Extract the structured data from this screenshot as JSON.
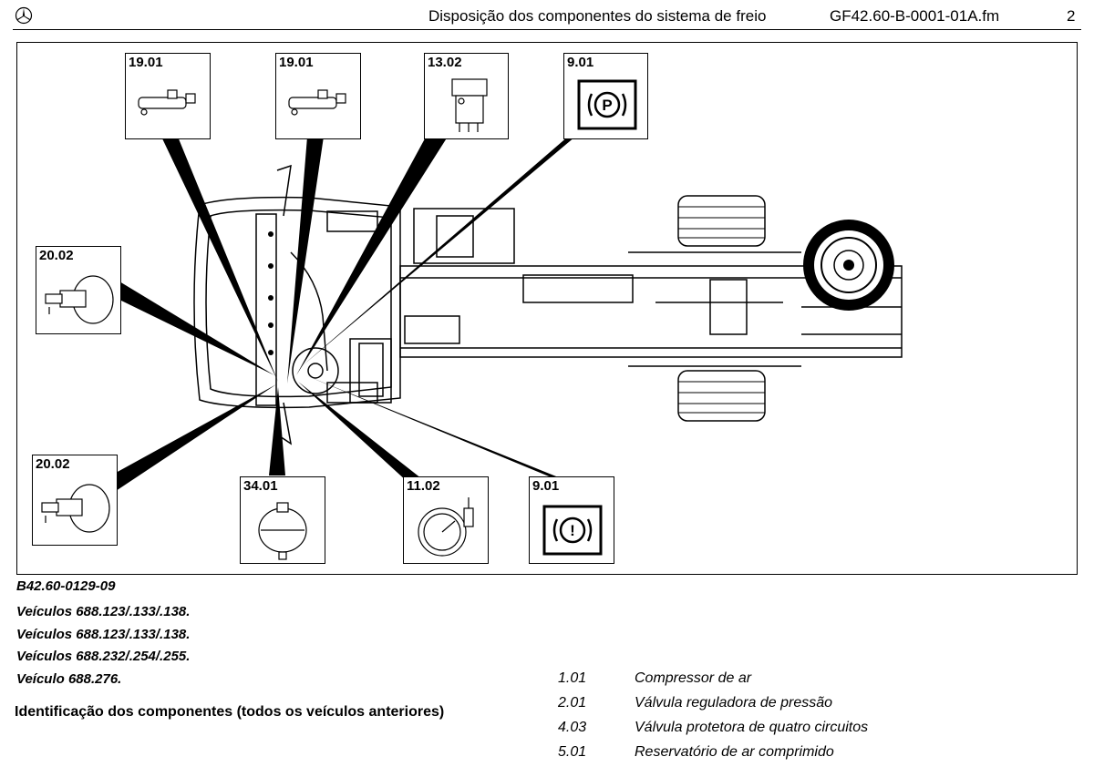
{
  "header": {
    "title": "Disposição dos componentes do sistema de freio",
    "file": "GF42.60-B-0001-01A.fm",
    "page": "2",
    "logo_icon": "mercedes-star-icon"
  },
  "figure": {
    "reference": "B42.60-0129-09",
    "callouts": [
      {
        "id": "19.01",
        "icon": "brake-master-cylinder-icon"
      },
      {
        "id": "19.01",
        "icon": "brake-master-cylinder-icon"
      },
      {
        "id": "13.02",
        "icon": "brake-valve-icon"
      },
      {
        "id": "9.01",
        "icon": "parking-brake-warning-icon"
      },
      {
        "id": "20.02",
        "icon": "brake-chamber-icon"
      },
      {
        "id": "20.02",
        "icon": "brake-chamber-icon"
      },
      {
        "id": "34.01",
        "icon": "pressure-accumulator-icon"
      },
      {
        "id": "11.02",
        "icon": "pressure-gauge-icon"
      },
      {
        "id": "9.01",
        "icon": "brake-warning-icon"
      }
    ]
  },
  "vehicles": [
    "Veículos 688.123/.133/.138.",
    "Veículos 688.123/.133/.138.",
    "Veículos 688.232/.254/.255.",
    "Veículo 688.276."
  ],
  "identification_heading": "Identificação dos componentes (todos os veículos anteriores)",
  "legend": [
    {
      "code": "1.01",
      "desc": "Compressor de ar"
    },
    {
      "code": "2.01",
      "desc": "Válvula reguladora de pressão"
    },
    {
      "code": "4.03",
      "desc": "Válvula protetora de quatro circuitos"
    },
    {
      "code": "5.01",
      "desc": "Reservatório de ar comprimido"
    }
  ]
}
